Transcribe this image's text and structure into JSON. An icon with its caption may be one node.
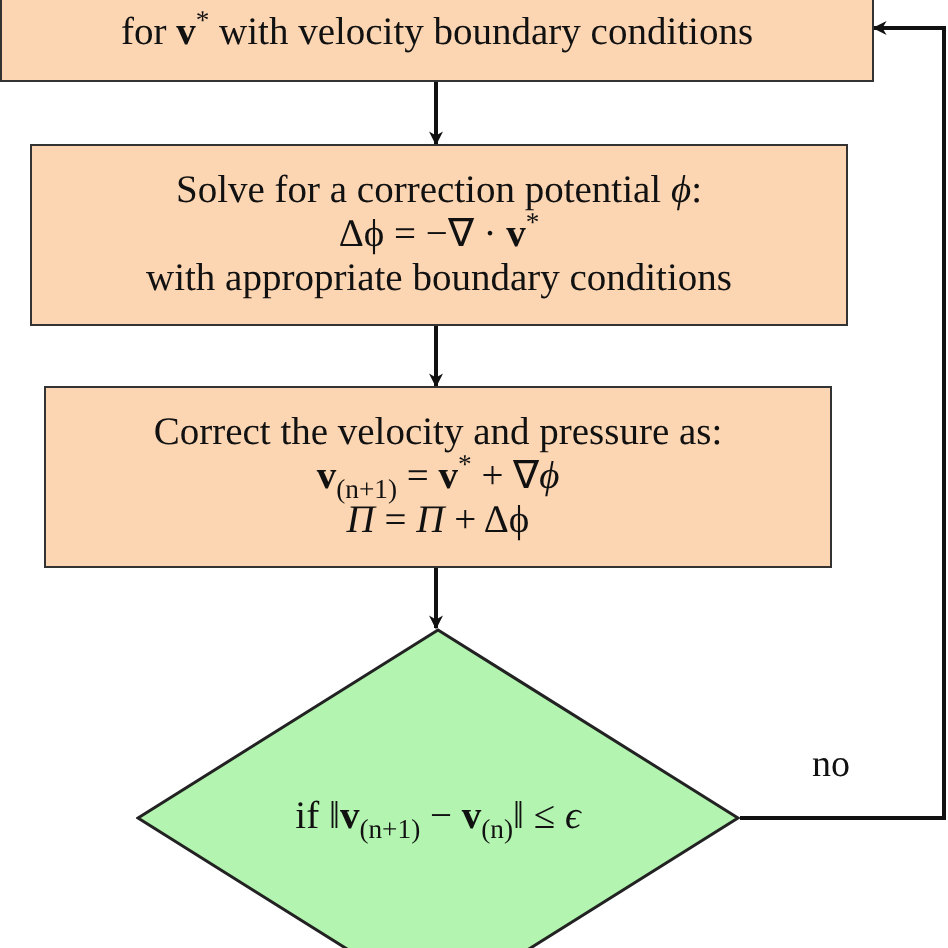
{
  "diagram": {
    "nodes": [
      {
        "text": [
          "for **v**$^{*}$ with velocity boundary conditions"
        ]
      },
      {
        "text": [
          "Solve for a correction potential *ϕ*:",
          "Δϕ = −∇ · **v**$^{*}$",
          "with appropriate boundary conditions"
        ]
      },
      {
        "text": [
          "Correct the velocity and pressure as:",
          "**v**$_{(n+1)}$ = **v**$^{*}$ + ∇*ϕ*",
          "*Π* = *Π* + Δϕ"
        ]
      },
      {
        "text": [
          "if ‖**v**$_{(n+1)}$ − **v**$_{(n)}$‖ ≤ *ϵ*"
        ]
      }
    ],
    "edges": [
      {
        "from": 0,
        "to": 1,
        "arrow": "to"
      },
      {
        "from": 1,
        "to": 2,
        "arrow": "to"
      },
      {
        "from": 2,
        "to": 3,
        "arrow": "to"
      },
      {
        "from": 3,
        "to": 0,
        "arrow": "to",
        "label": "no"
      }
    ]
  }
}
